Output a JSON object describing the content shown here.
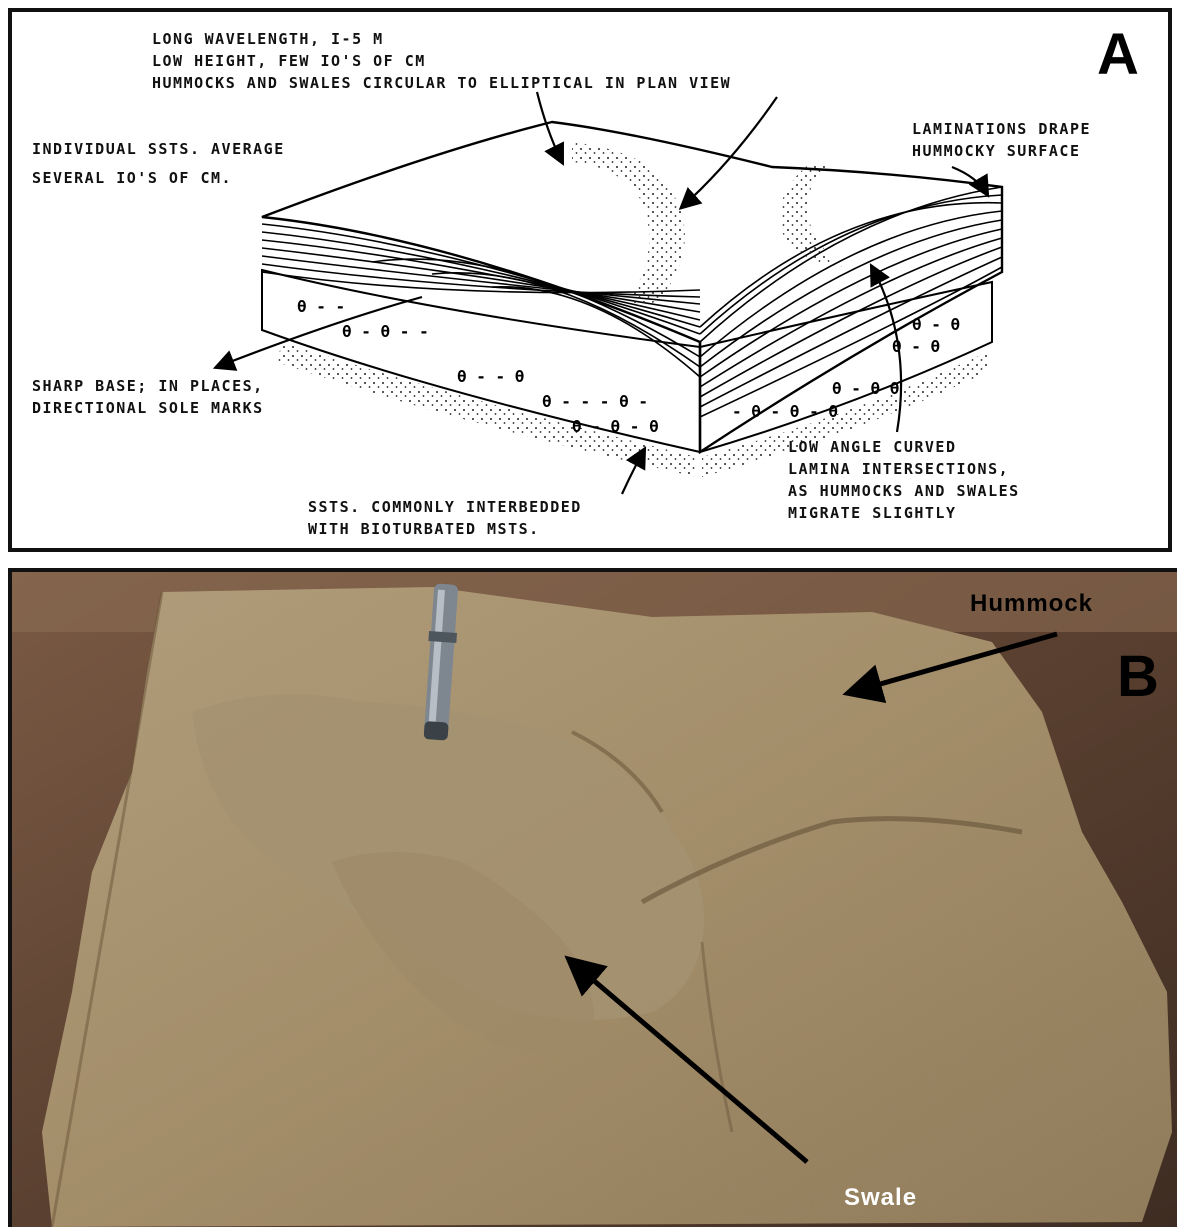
{
  "panel_a": {
    "letter": "A",
    "annotations": {
      "wavelength": [
        "LONG WAVELENGTH, I-5 M",
        "LOW HEIGHT, FEW IO'S OF CM",
        "HUMMOCKS AND SWALES CIRCULAR TO ELLIPTICAL IN PLAN VIEW"
      ],
      "individual_ssts": [
        "INDIVIDUAL SSTS. AVERAGE",
        "SEVERAL IO'S OF CM."
      ],
      "laminations": [
        "LAMINATIONS DRAPE",
        "HUMMOCKY SURFACE"
      ],
      "sharp_base": [
        "SHARP BASE; IN PLACES,",
        "DIRECTIONAL SOLE MARKS"
      ],
      "low_angle": [
        "LOW ANGLE CURVED",
        "LAMINA INTERSECTIONS,",
        "AS HUMMOCKS AND SWALES",
        "MIGRATE SLIGHTLY"
      ],
      "interbedded": [
        "SSTS. COMMONLY INTERBEDDED",
        "WITH BIOTURBATED MSTS."
      ]
    }
  },
  "panel_b": {
    "letter": "B",
    "labels": {
      "hummock": "Hummock",
      "swale": "Swale"
    },
    "colors": {
      "rock": "#a8926b",
      "table": "#5a4030",
      "label_hummock": "#000000",
      "label_swale": "#ffffff"
    }
  }
}
